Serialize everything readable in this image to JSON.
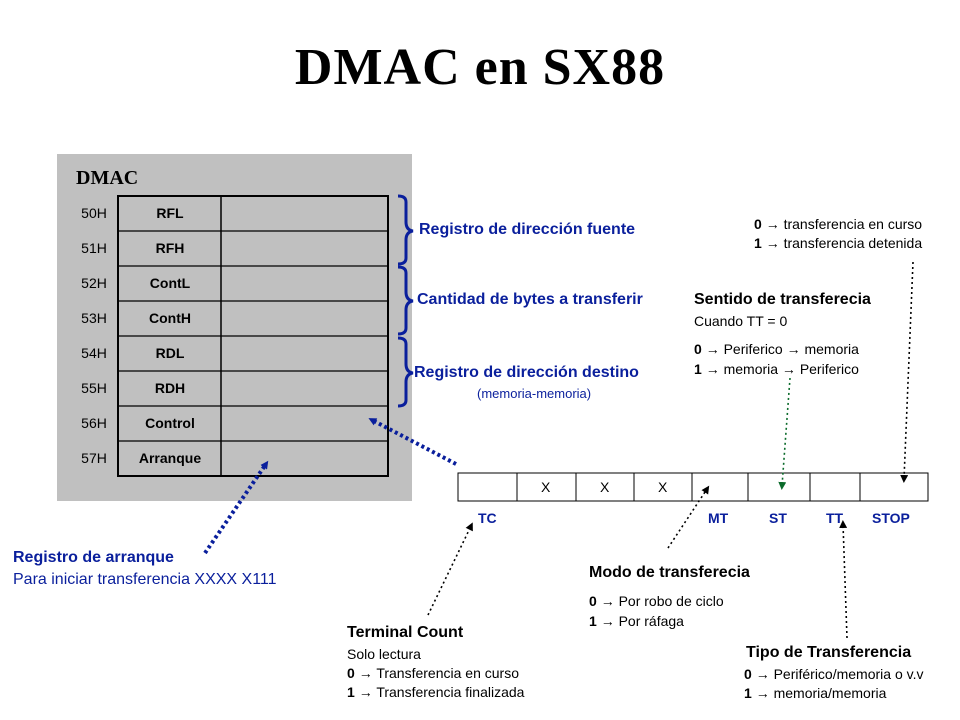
{
  "title": "DMAC en SX88",
  "dmac_box": {
    "title": "DMAC",
    "registers": [
      {
        "address": "50H",
        "name": "RFL"
      },
      {
        "address": "51H",
        "name": "RFH"
      },
      {
        "address": "52H",
        "name": "ContL"
      },
      {
        "address": "53H",
        "name": "ContH"
      },
      {
        "address": "54H",
        "name": "RDL"
      },
      {
        "address": "55H",
        "name": "RDH"
      },
      {
        "address": "56H",
        "name": "Control"
      },
      {
        "address": "57H",
        "name": "Arranque"
      }
    ]
  },
  "groups": {
    "source": "Registro de dirección fuente",
    "count": "Cantidad de bytes a transferir",
    "dest": "Registro de dirección destino",
    "dest_note": "(memoria-memoria)"
  },
  "start_register": {
    "title": "Registro de arranque",
    "desc": "Para iniciar transferencia XXXX X111"
  },
  "control_bits": {
    "cells": [
      "",
      "X",
      "X",
      "X",
      "",
      "",
      "",
      ""
    ],
    "labels": {
      "tc": "TC",
      "mt": "MT",
      "st": "ST",
      "tt": "TT",
      "stop": "STOP"
    }
  },
  "stop_note": {
    "line1_bit": "0",
    "line1_text": "transferencia  en curso",
    "line2_bit": "1",
    "line2_text": "transferencia  detenida"
  },
  "direction": {
    "title": "Sentido de transferecia",
    "subtitle": "Cuando TT = 0",
    "line1_bit": "0",
    "line1_text": "Periferico → memoria",
    "line2_bit": "1",
    "line2_text": "memoria → Periferico"
  },
  "mode": {
    "title": "Modo de transferecia",
    "line1_bit": "0",
    "line1_text": "Por robo de ciclo",
    "line2_bit": "1",
    "line2_text": "Por ráfaga"
  },
  "terminal_count": {
    "title": "Terminal Count",
    "subtitle": "Solo lectura",
    "line1_bit": "0",
    "line1_text": "Transferencia  en curso",
    "line2_bit": "1",
    "line2_text": "Transferencia  finalizada"
  },
  "transfer_type": {
    "title": "Tipo de Transferencia",
    "line1_bit": "0",
    "line1_text": "Periférico/memoria  o v.v",
    "line2_bit": "1",
    "line2_text": "memoria/memoria"
  },
  "colors": {
    "accent": "#0a1f9c",
    "panel": "#c0c0c0"
  }
}
